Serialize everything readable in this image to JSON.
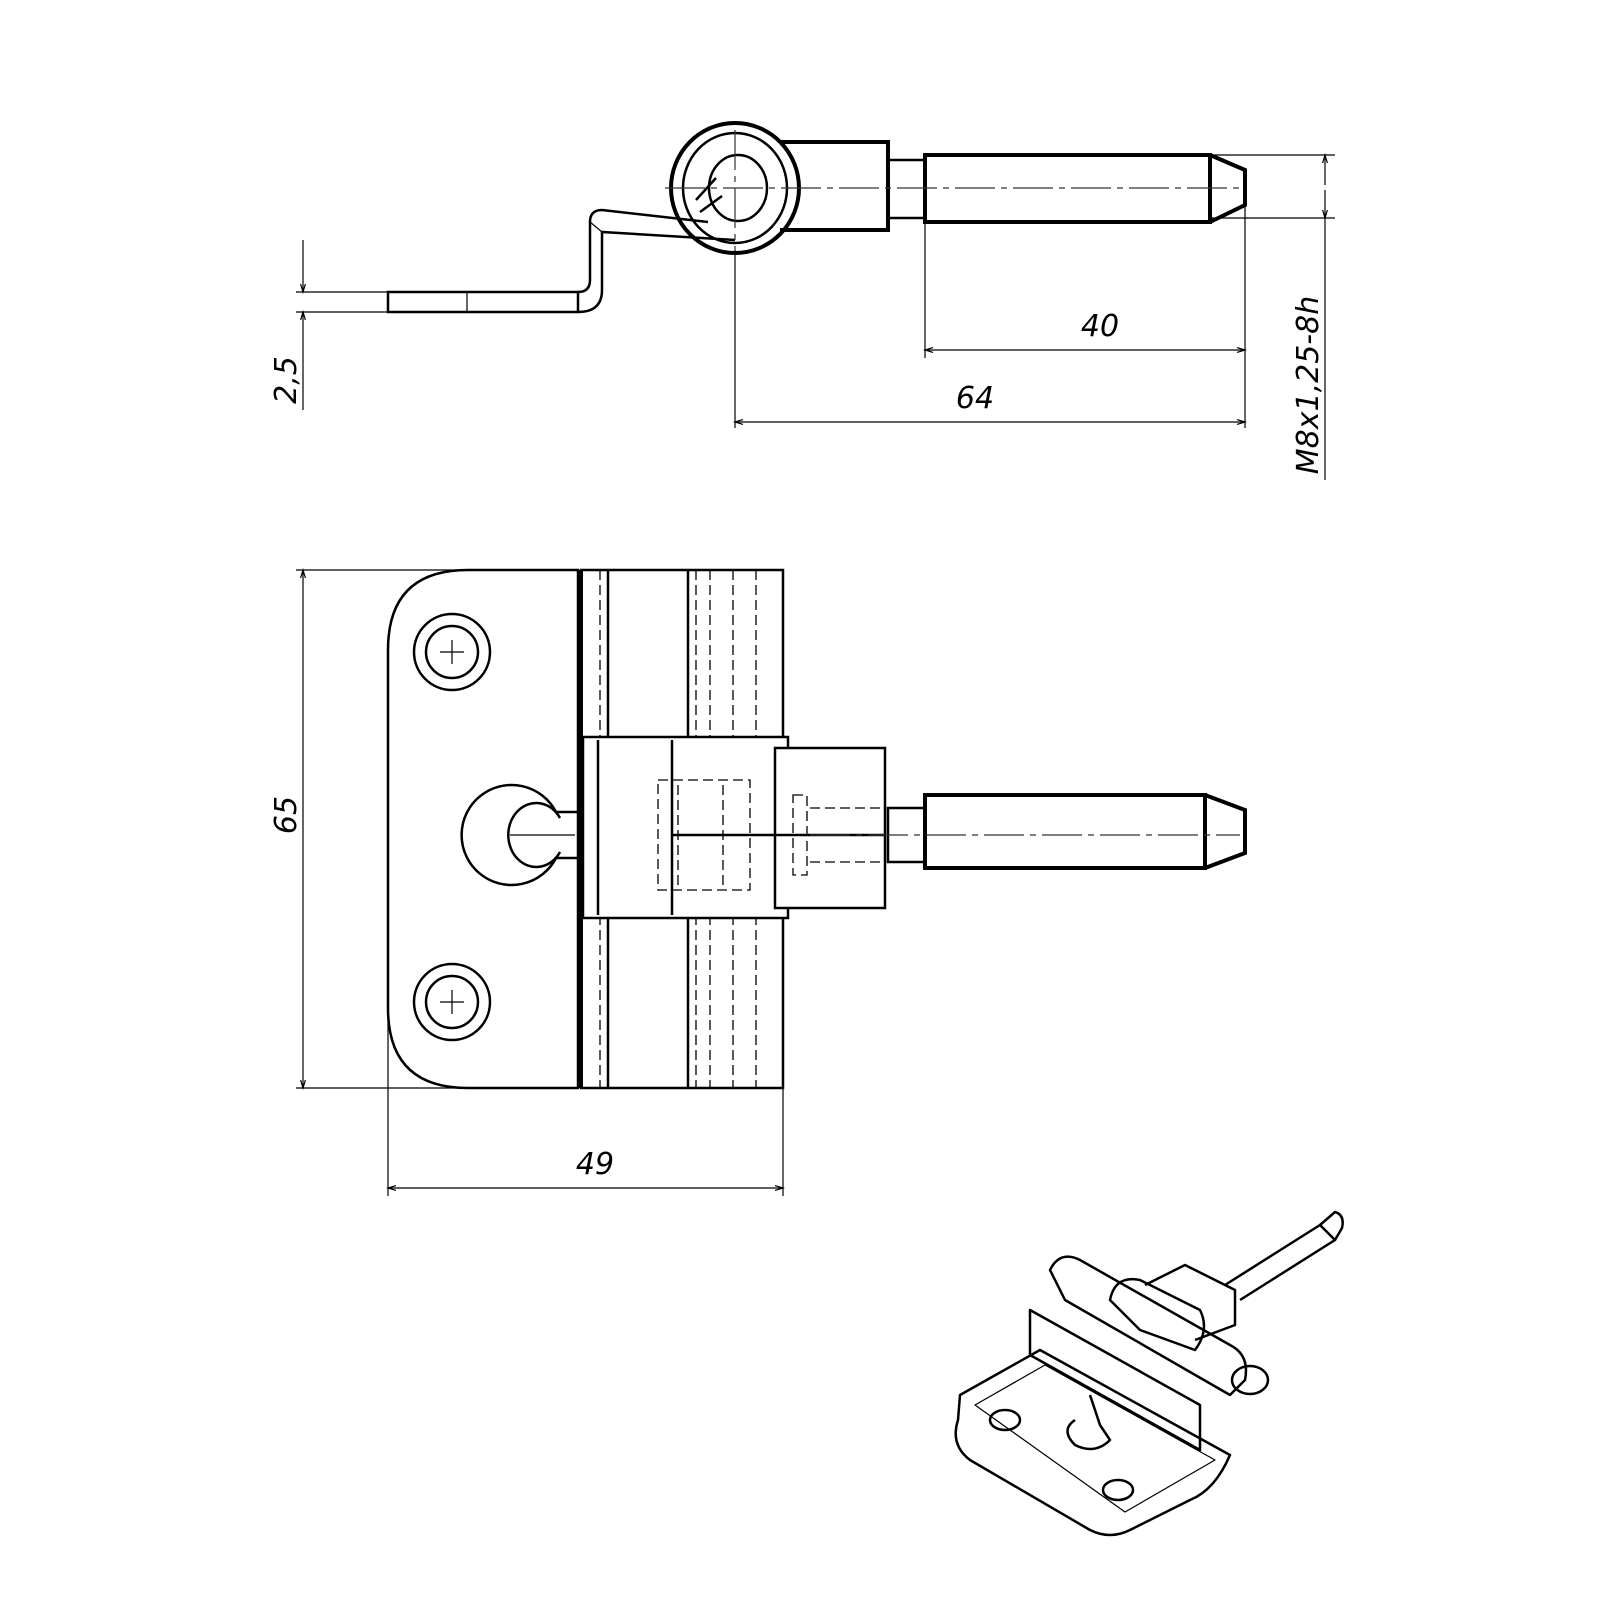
{
  "dimensions": {
    "tab_thickness": "2,5",
    "pin_length": "40",
    "overall_reach": "64",
    "thread_spec": "M8x1,25-8h",
    "plate_height": "65",
    "plate_width": "49"
  },
  "colors": {
    "line": "#000000",
    "background": "#ffffff"
  }
}
